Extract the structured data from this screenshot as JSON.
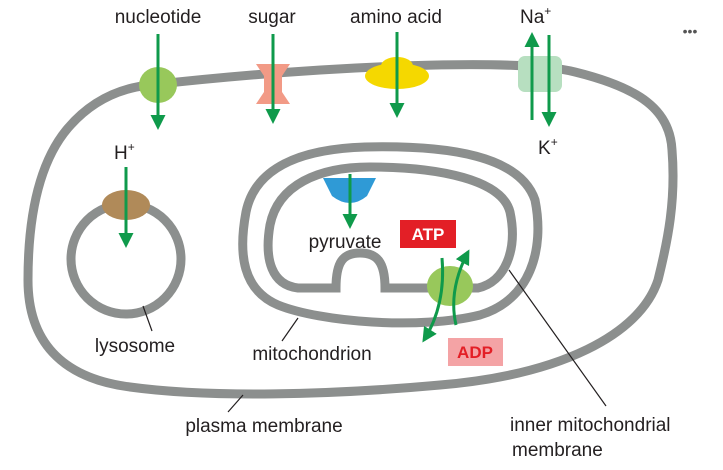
{
  "labels": {
    "nucleotide": "nucleotide",
    "sugar": "sugar",
    "amino_acid": "amino acid",
    "na_base": "Na",
    "na_charge": "+",
    "k_base": "K",
    "k_charge": "+",
    "h_base": "H",
    "h_charge": "+",
    "pyruvate": "pyruvate",
    "atp": "ATP",
    "adp": "ADP",
    "lysosome": "lysosome",
    "mitochondrion": "mitochondrion",
    "plasma_membrane": "plasma membrane",
    "inner_mito_line1": "inner mitochondrial",
    "inner_mito_line2": "membrane"
  },
  "more_button": "•••",
  "colors": {
    "membrane": "#8c8f8e",
    "arrow": "#0f9a4b",
    "nucleotide_transporter": "#98c85b",
    "sugar_transporter": "#f29a86",
    "amino_acid_transporter": "#f5d800",
    "na_k_pump": "#b7dfc0",
    "h_pump": "#b08a59",
    "pyruvate_transporter": "#2f9ad6",
    "atp_adp_exchanger": "#98c85b",
    "atp_box": "#e31f26",
    "adp_box": "#f4a3a5",
    "adp_text": "#e31f26"
  }
}
